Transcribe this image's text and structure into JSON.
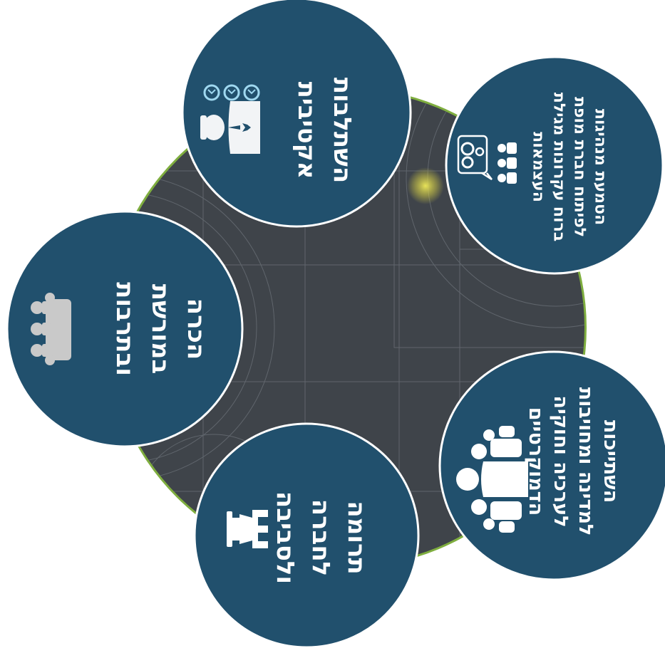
{
  "colors": {
    "background": "#ffffff",
    "hub": "#3f444a",
    "hub_ring": "#7fae3f",
    "bubble": "#21506d",
    "bubble_edge": "#ffffff",
    "text": "#ffffff",
    "grid_line": "#6b7178",
    "glow": "#d9d64a"
  },
  "bubbles": [
    {
      "id": "active-participation",
      "icon": "person-with-badges-icon",
      "lines": [
        "השתלבות",
        "אקטיבית"
      ]
    },
    {
      "id": "leadership",
      "icon": "team-with-gears-icon",
      "lines": [
        "הטמעת מנהיגות",
        "לפיתוח חברת מופת",
        "ברוח עקרונות מגילת",
        "העצמאות"
      ]
    },
    {
      "id": "heritage",
      "icon": "crowd-icon",
      "lines": [
        "הכרה",
        "במורשת",
        "ובתרבות"
      ]
    },
    {
      "id": "belonging",
      "icon": "group-of-people-icon",
      "lines": [
        "השתייכות",
        "למדינה ומחויבות",
        "לערכיה וחוקיה",
        "הדמוקרטיים"
      ]
    },
    {
      "id": "contribution",
      "icon": "rook-icon",
      "lines": [
        "תרומה",
        "לחברה",
        "ולסביבה"
      ]
    }
  ]
}
